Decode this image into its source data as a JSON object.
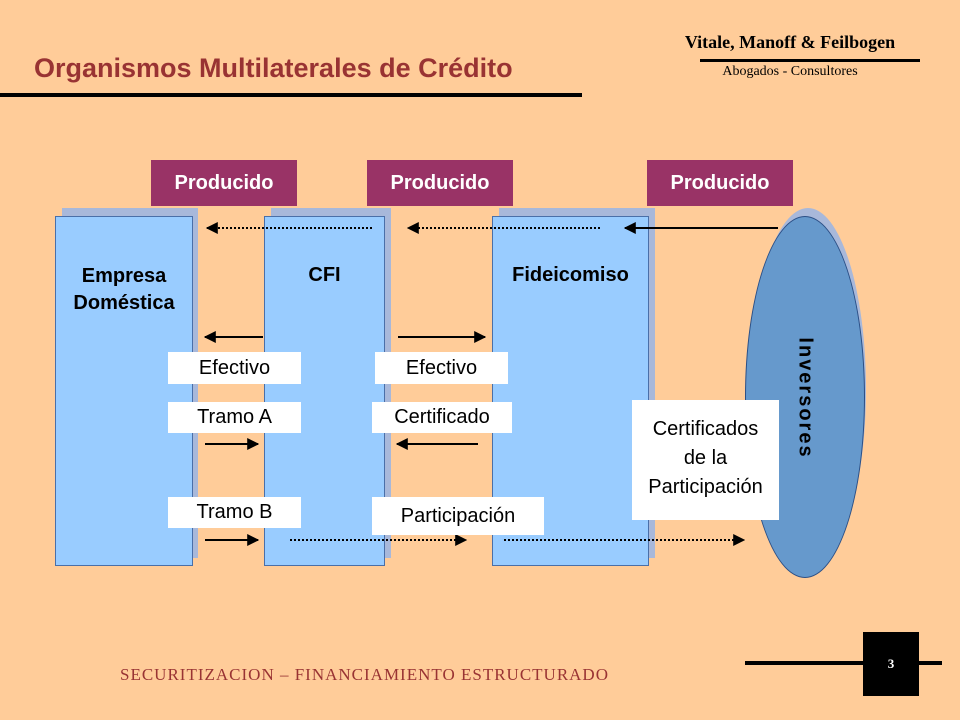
{
  "title": "Organismos Multilaterales de Crédito",
  "firm": {
    "name": "Vitale, Manoff & Feilbogen",
    "subtitle": "Abogados - Consultores"
  },
  "producido_labels": [
    "Producido",
    "Producido",
    "Producido"
  ],
  "columns": {
    "empresa_line1": "Empresa",
    "empresa_line2": "Doméstica",
    "cfi": "CFI",
    "fideicomiso": "Fideicomiso",
    "inversores": "Inversores"
  },
  "tags": {
    "efectivo_1": "Efectivo",
    "efectivo_2": "Efectivo",
    "tramo_a": "Tramo A",
    "certificado": "Certificado",
    "tramo_b": "Tramo B",
    "participacion": "Participación",
    "certificados_line1": "Certificados",
    "certificados_line2": "de la",
    "certificados_line3": "Participación"
  },
  "footer": "SECURITIZACION – FINANCIAMIENTO ESTRUCTURADO",
  "page_number": "3",
  "colors": {
    "background": "#FFCC99",
    "title": "#993333",
    "producido": "#993366",
    "column": "#99CCFF",
    "ellipse": "#6699CC"
  }
}
